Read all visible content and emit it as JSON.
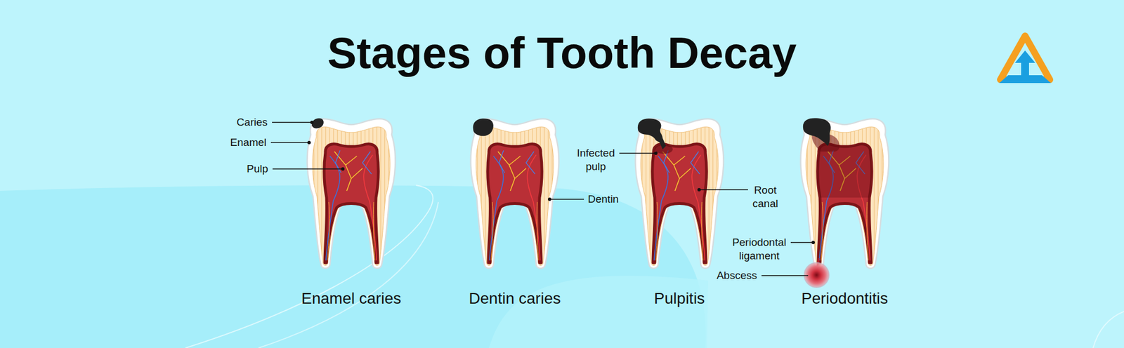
{
  "diagram": {
    "title": "Stages of Tooth Decay",
    "labels": [
      "Caries",
      "Enamel",
      "Pulp",
      "Enamel caries",
      "Dentin",
      "Dentin caries",
      "Infected pulp",
      "Root canal",
      "Pulpitis",
      "Periodontal ligament",
      "Abscess",
      "Periodontitis"
    ]
  }
}
